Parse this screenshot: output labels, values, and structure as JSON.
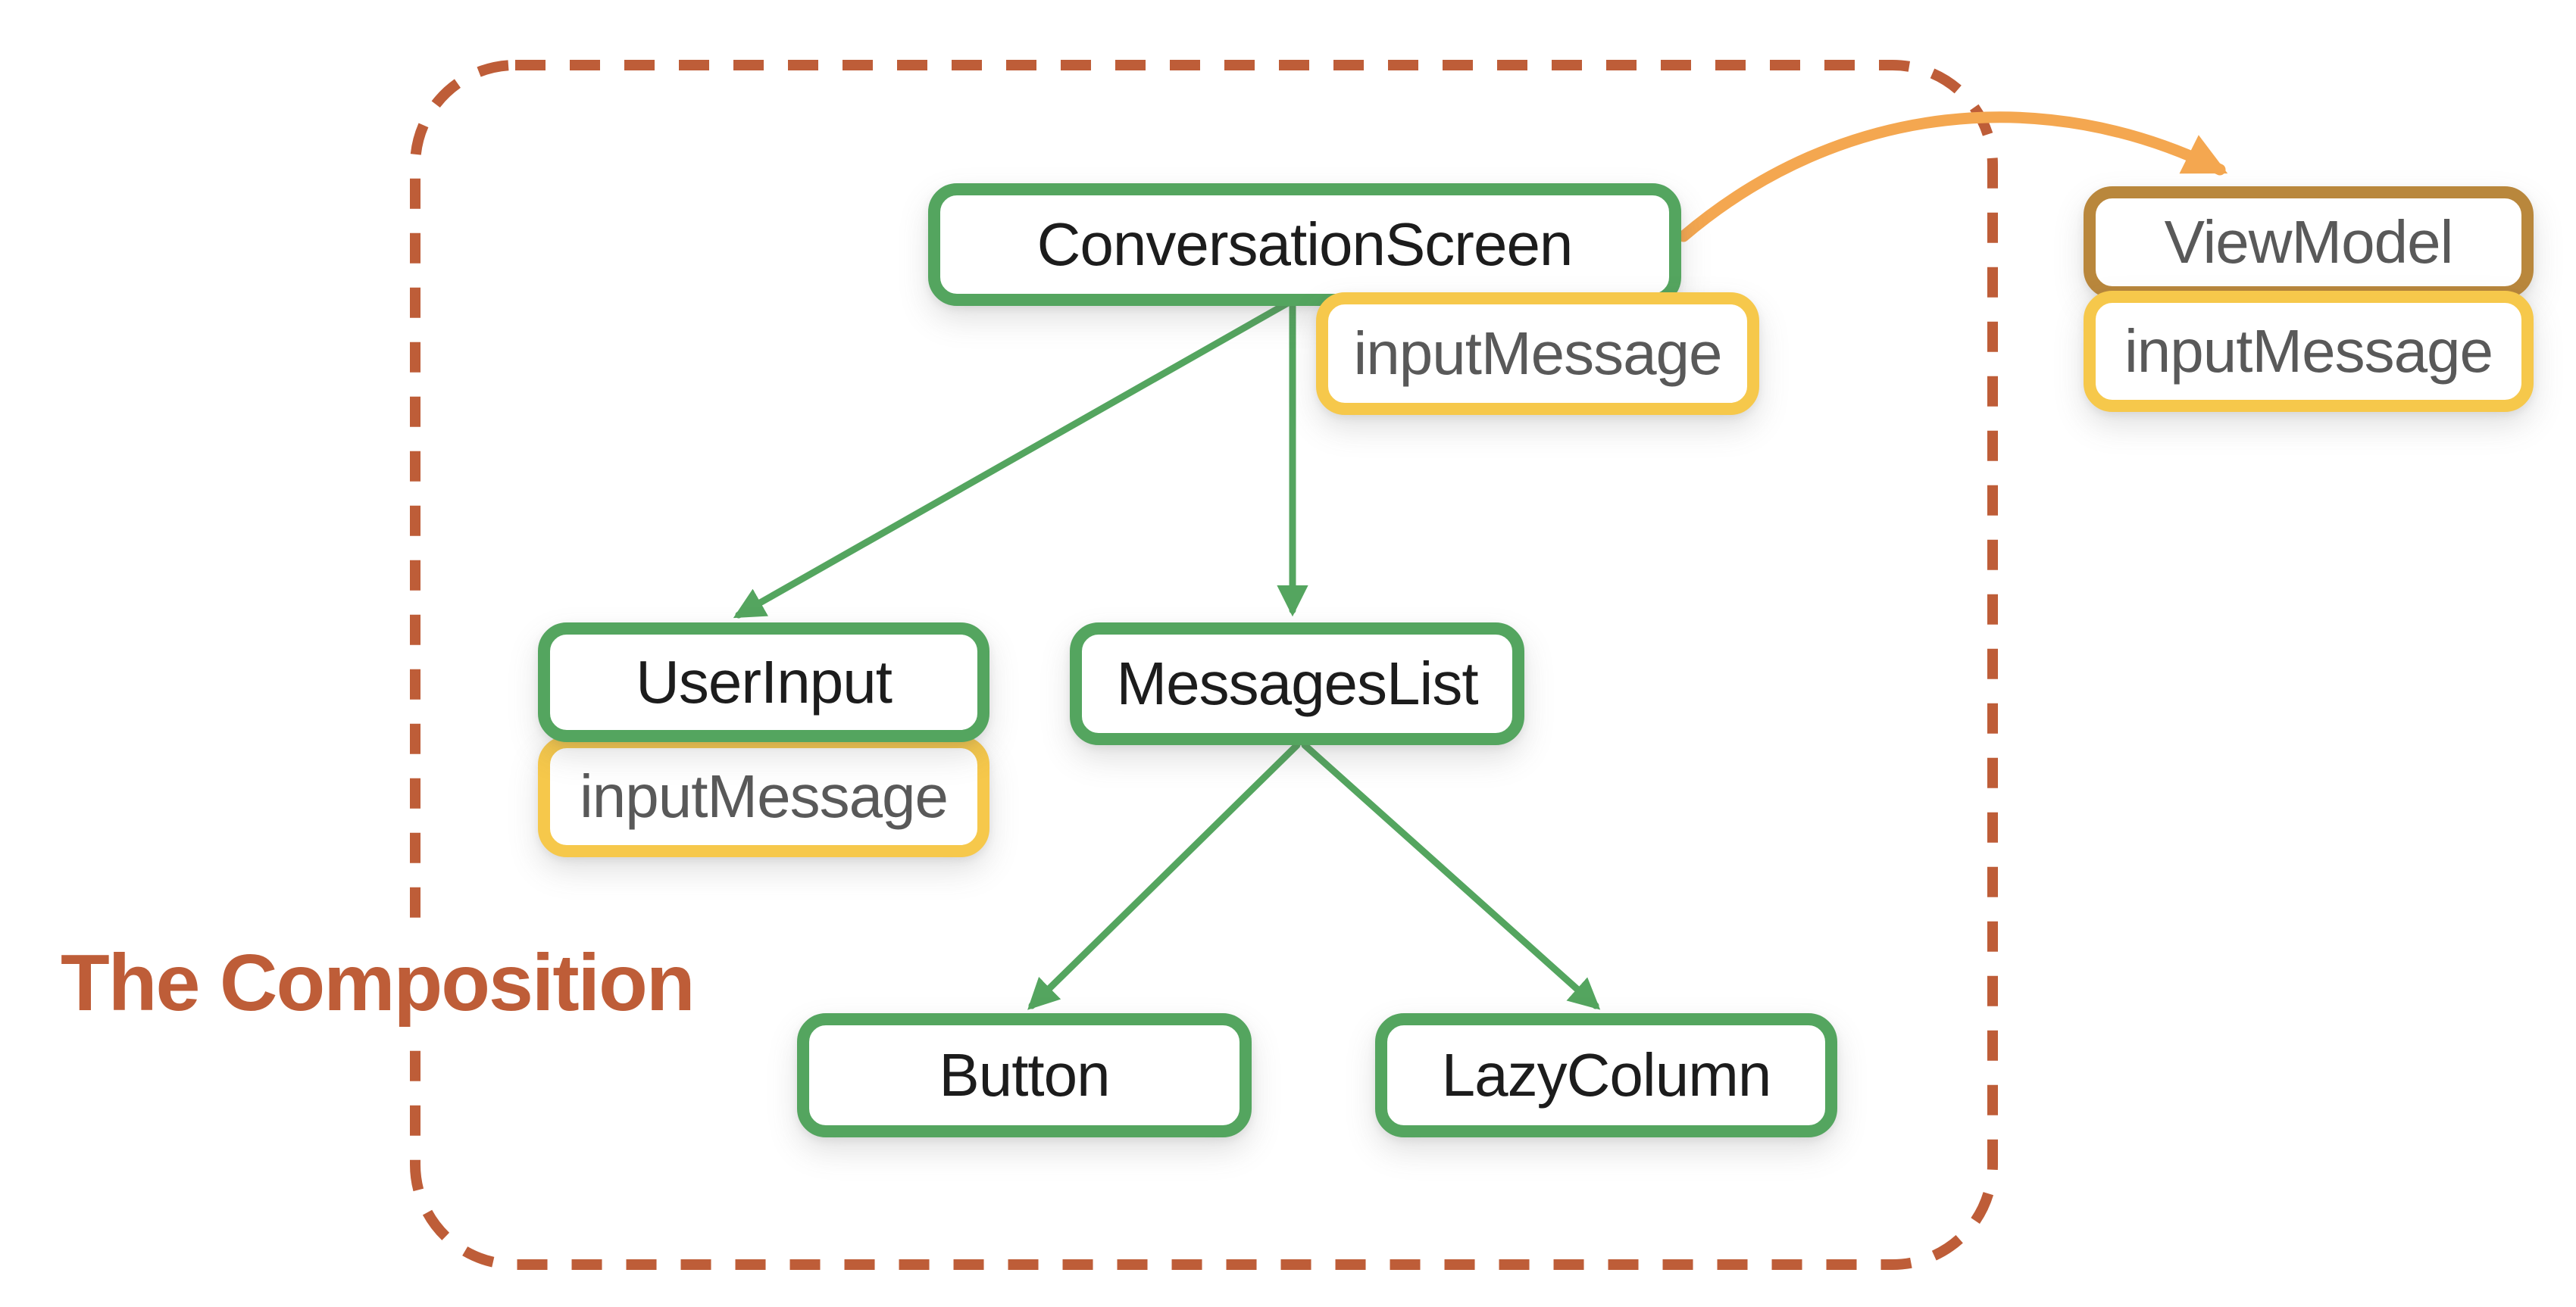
{
  "diagram": {
    "boundary_label": "The Composition",
    "nodes": {
      "conversation_screen": {
        "label": "ConversationScreen",
        "kind": "composable"
      },
      "conversation_screen_state": {
        "label": "inputMessage",
        "kind": "state"
      },
      "user_input": {
        "label": "UserInput",
        "kind": "composable"
      },
      "user_input_state": {
        "label": "inputMessage",
        "kind": "state"
      },
      "messages_list": {
        "label": "MessagesList",
        "kind": "composable"
      },
      "button": {
        "label": "Button",
        "kind": "composable"
      },
      "lazy_column": {
        "label": "LazyColumn",
        "kind": "composable"
      },
      "view_model": {
        "label": "ViewModel",
        "kind": "external"
      },
      "view_model_state": {
        "label": "inputMessage",
        "kind": "state"
      }
    },
    "edges": [
      {
        "from": "ConversationScreen",
        "to": "UserInput",
        "style": "composition"
      },
      {
        "from": "ConversationScreen",
        "to": "MessagesList",
        "style": "composition"
      },
      {
        "from": "MessagesList",
        "to": "Button",
        "style": "composition"
      },
      {
        "from": "MessagesList",
        "to": "LazyColumn",
        "style": "composition"
      },
      {
        "from": "ConversationScreen",
        "to": "ViewModel",
        "style": "state-hoisting"
      }
    ],
    "colors": {
      "composable_border": "#54A55F",
      "state_border": "#F6C84B",
      "external_border": "#B9873C",
      "hoist_arrow": "#F4A750",
      "boundary": "#BE5D38",
      "label_dark": "#1C1C1C",
      "label_gray": "#595959",
      "background": "#FFFFFF"
    }
  }
}
